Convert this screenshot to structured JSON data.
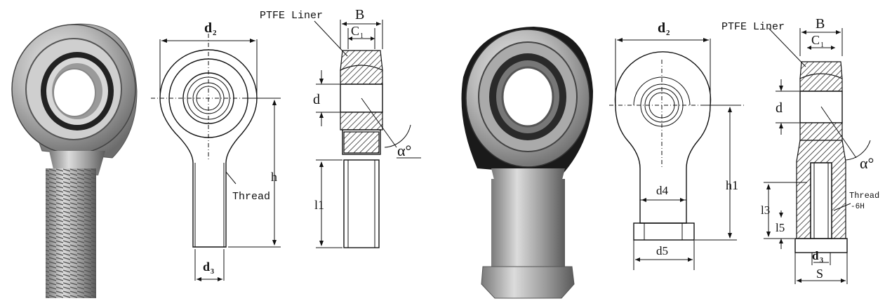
{
  "left": {
    "ptfe_label": "PTFE Liner",
    "B": "B",
    "C1": "C",
    "C1_sub": "1",
    "d2": "d",
    "d2_sub": "2",
    "d": "d",
    "alpha": "α°",
    "h": "h",
    "thread": "Thread",
    "l1": "l1",
    "d3": "d",
    "d3_sub": "3"
  },
  "right": {
    "ptfe_label": "PTFE Liner",
    "B": "B",
    "C1": "C",
    "C1_sub": "1",
    "d2": "d",
    "d2_sub": "2",
    "d": "d",
    "alpha": "α°",
    "h1": "h1",
    "d4": "d4",
    "d5": "d5",
    "l3": "l3",
    "l5": "l5",
    "thread": "Thread",
    "thread2": "-6H",
    "d3": "d",
    "d3_sub": "3",
    "S": "S"
  }
}
